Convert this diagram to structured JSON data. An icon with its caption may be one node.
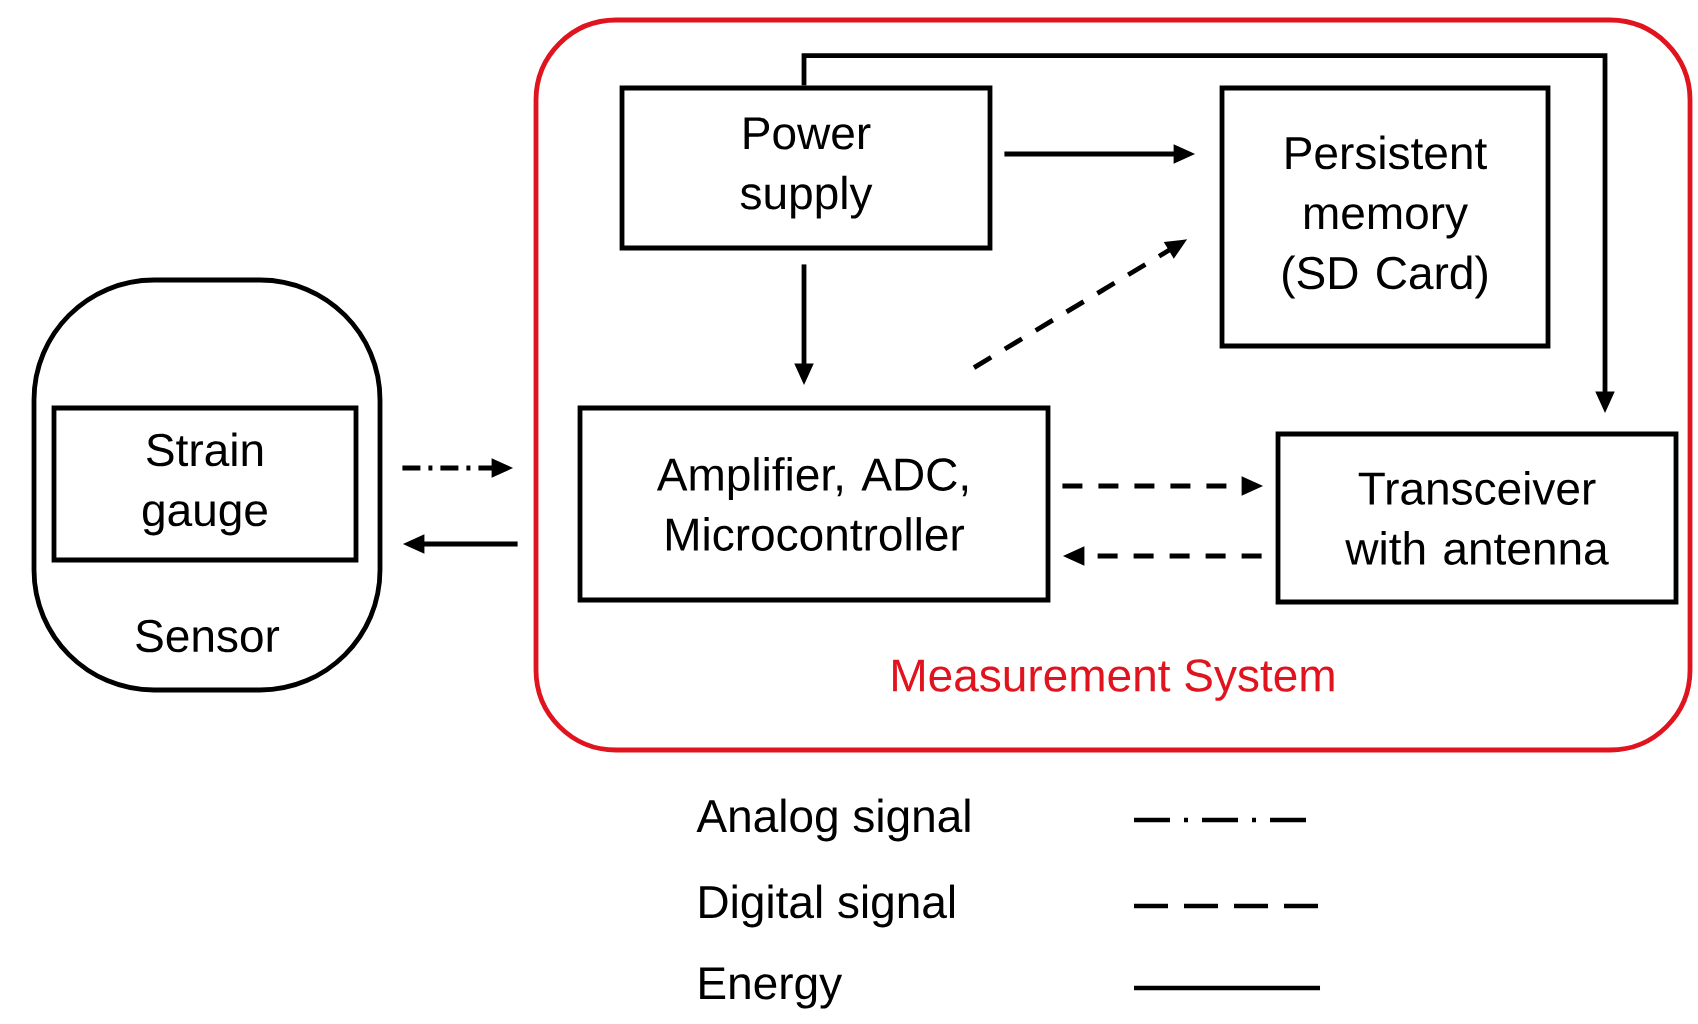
{
  "diagram": {
    "nodes": [
      {
        "text": [
          "Sensor"
        ]
      },
      {
        "text": [
          "Strain gauge"
        ],
        "in": 0
      },
      {
        "text": [
          "Measurement System"
        ]
      },
      {
        "text": [
          "Power supply"
        ],
        "in": 2
      },
      {
        "text": [
          "Persistent memory (SD Card)"
        ],
        "in": 2
      },
      {
        "text": [
          "Amplifier, ADC, Microcontroller"
        ],
        "in": 2
      },
      {
        "text": [
          "Transceiver with antenna"
        ],
        "in": 2
      }
    ],
    "edges": [
      {
        "from": 0,
        "to": 2,
        "arrow": "to",
        "style": "dashed"
      },
      {
        "from": 2,
        "to": 0,
        "arrow": "to"
      },
      {
        "from": 3,
        "to": 4,
        "arrow": "to"
      },
      {
        "from": 3,
        "to": 5,
        "arrow": "to"
      },
      {
        "from": 3,
        "to": 6,
        "arrow": "to"
      },
      {
        "from": 5,
        "to": 4,
        "arrow": "to",
        "style": "dashed"
      },
      {
        "from": 5,
        "to": 6,
        "arrow": "to",
        "style": "dashed"
      },
      {
        "from": 6,
        "to": 5,
        "arrow": "to",
        "style": "dashed"
      }
    ],
    "legend": [
      {
        "text": "Analog signal"
      },
      {
        "text": "Digital signal"
      },
      {
        "text": "Energy"
      }
    ]
  }
}
